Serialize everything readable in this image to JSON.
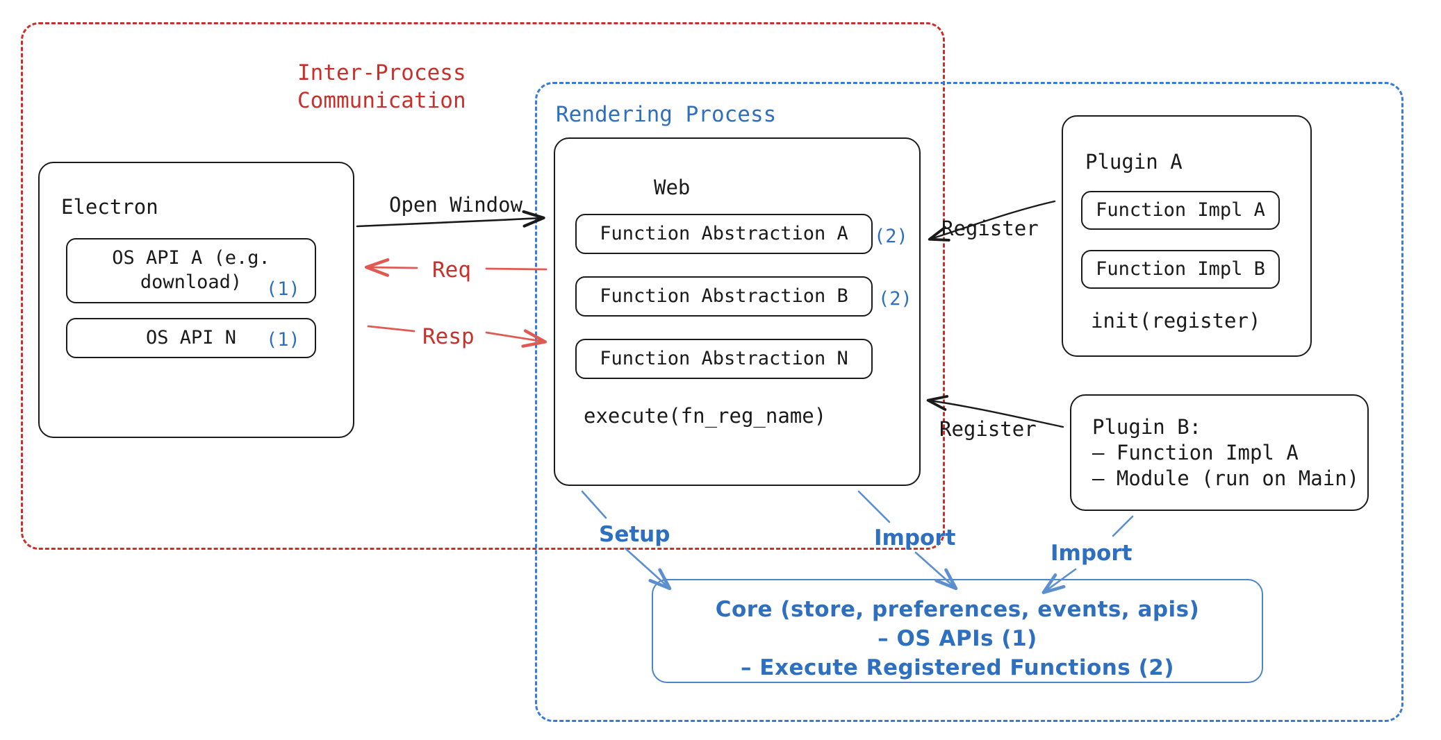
{
  "diagram": {
    "title": "Electron plugin architecture",
    "colors": {
      "ipc_red": "#c9302c",
      "process_blue": "#3a7bd5",
      "marker_blue": "#2f6fbf",
      "ink": "#1a1a1a"
    },
    "containers": {
      "ipc": {
        "label": "Inter-Process\nCommunication"
      },
      "rendering": {
        "label": "Rendering Process"
      }
    },
    "electron": {
      "title": "Electron",
      "apis": [
        {
          "label": "OS API A (e.g.\ndownload)",
          "marker": "(1)"
        },
        {
          "label": "OS API N",
          "marker": "(1)"
        }
      ]
    },
    "web": {
      "title": "Web",
      "abstractions": [
        {
          "label": "Function Abstraction A",
          "marker": "(2)"
        },
        {
          "label": "Function Abstraction B",
          "marker": "(2)"
        },
        {
          "label": "Function Abstraction N",
          "marker": ""
        }
      ],
      "footer": "execute(fn_reg_name)"
    },
    "plugin_a": {
      "title": "Plugin A",
      "functions": [
        "Function Impl A",
        "Function Impl B"
      ],
      "footer": "init(register)"
    },
    "plugin_b": {
      "lines": [
        "Plugin B:",
        "– Function Impl A",
        "– Module (run on Main)"
      ]
    },
    "core": {
      "lines": [
        "Core (store, preferences, events, apis)",
        "– OS APIs (1)",
        "– Execute Registered Functions (2)"
      ]
    },
    "edges": {
      "open_window": "Open Window",
      "req": "Req",
      "resp": "Resp",
      "register_top": "Register",
      "register_bottom": "Register",
      "setup": "Setup",
      "import_web": "Import",
      "import_plugin_b": "Import"
    }
  }
}
